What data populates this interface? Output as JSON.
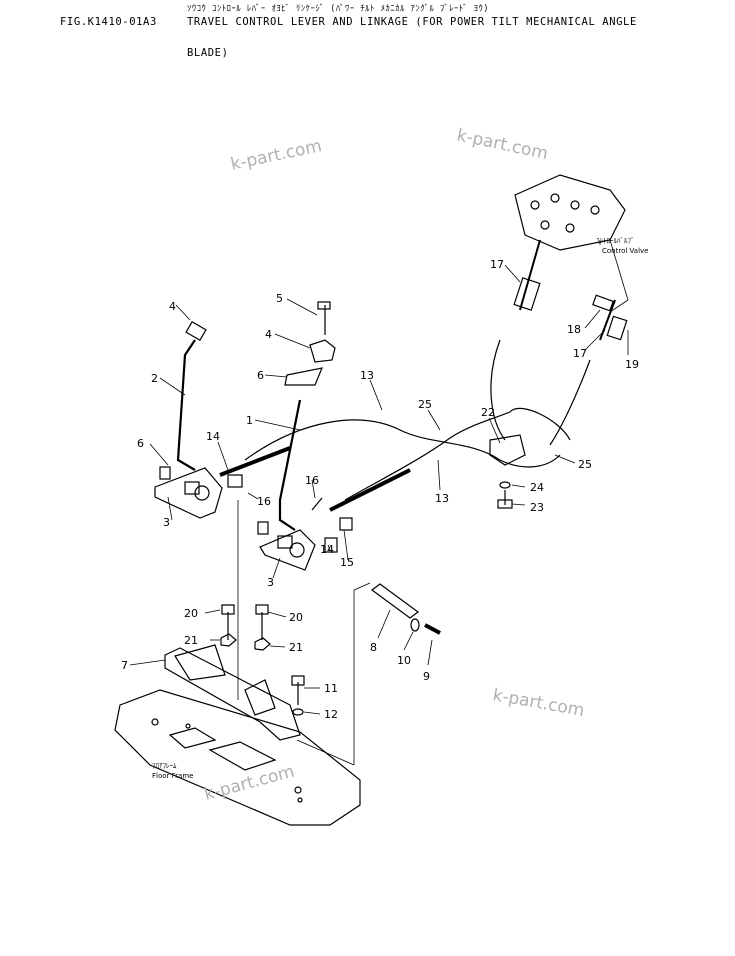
{
  "header": {
    "figure_id": "FIG.K1410-01A3",
    "jp_title": "ｿｳｺｳ ｺﾝﾄﾛｰﾙ ﾚﾊﾞｰ ｵﾖﾋﾞ ﾘﾝｹｰｼﾞ (ﾊﾟﾜｰ ﾁﾙﾄ ﾒｶﾆｶﾙ ｱﾝｸﾞﾙ ﾌﾞﾚｰﾄﾞ ﾖｳ)",
    "title_line1": "TRAVEL CONTROL LEVER AND LINKAGE (FOR POWER TILT MECHANICAL ANGLE",
    "title_line2": "BLADE)"
  },
  "callouts": {
    "control_valve_jp": "ｺﾝﾄﾛｰﾙﾊﾞﾙﾌﾞ",
    "control_valve_en": "Control Valve",
    "floor_frame_jp": "ﾌﾛｱﾌﾚｰﾑ",
    "floor_frame_en": "Floor Frame"
  },
  "part_numbers": [
    "1",
    "2",
    "3",
    "3",
    "4",
    "4",
    "5",
    "6",
    "6",
    "7",
    "8",
    "9",
    "10",
    "11",
    "12",
    "13",
    "13",
    "14",
    "14",
    "15",
    "16",
    "16",
    "17",
    "17",
    "18",
    "19",
    "20",
    "20",
    "21",
    "21",
    "22",
    "23",
    "24",
    "25",
    "25"
  ],
  "watermark": "k-part.com"
}
